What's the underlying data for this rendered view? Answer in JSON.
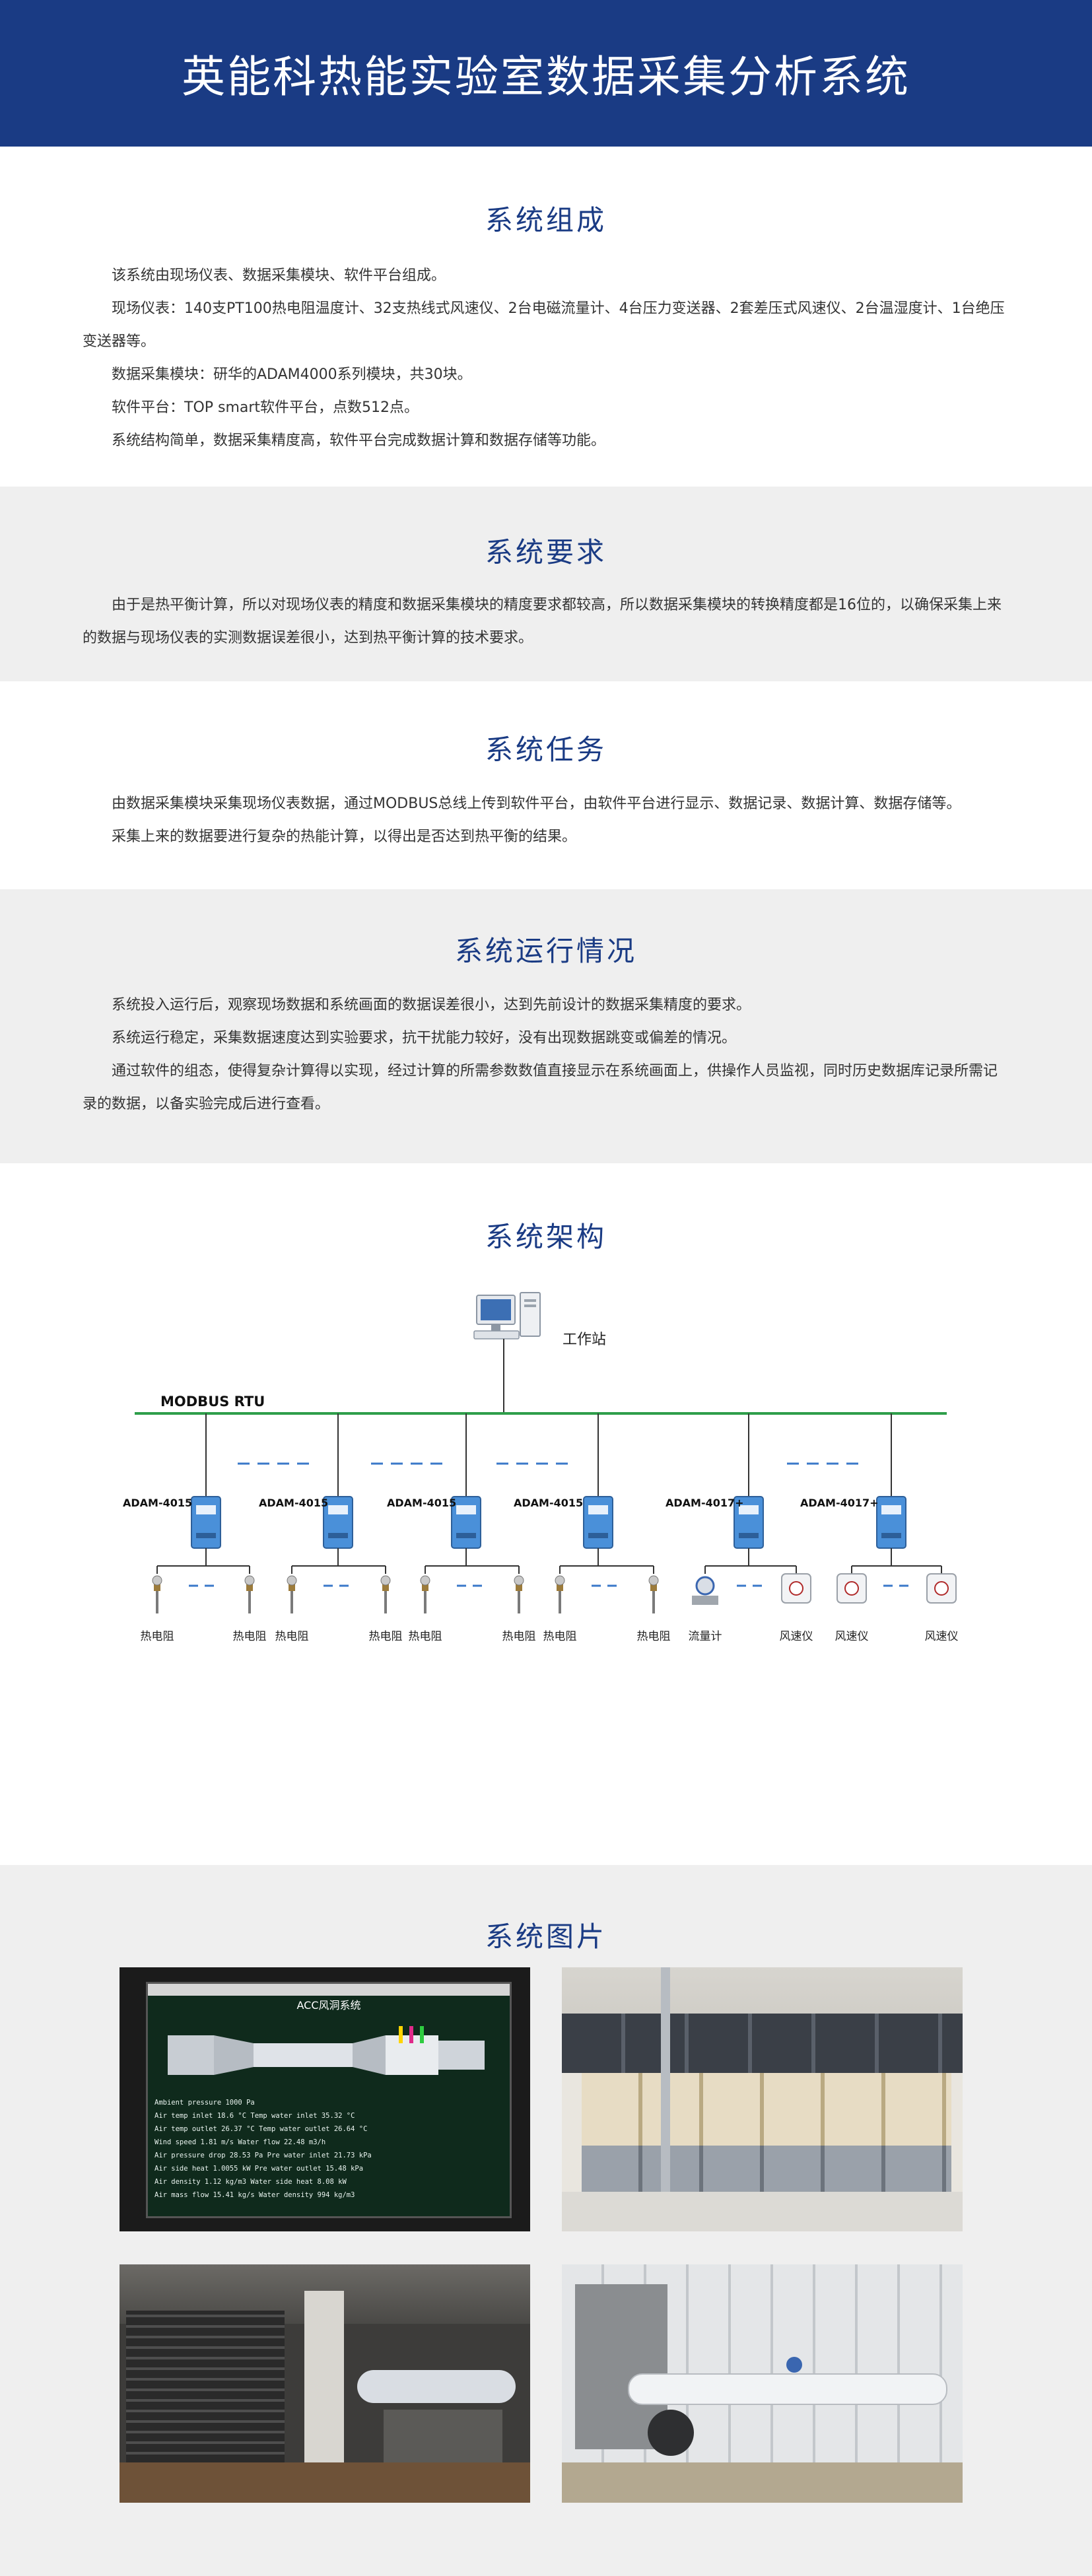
{
  "header": {
    "title": "英能科热能实验室数据采集分析系统"
  },
  "composition": {
    "title": "系统组成",
    "paragraphs": [
      "该系统由现场仪表、数据采集模块、软件平台组成。",
      "现场仪表：140支PT100热电阻温度计、32支热线式风速仪、2台电磁流量计、4台压力变送器、2套差压式风速仪、2台温湿度计、1台绝压变送器等。",
      "数据采集模块：研华的ADAM4000系列模块，共30块。",
      "软件平台：TOP smart软件平台，点数512点。",
      "系统结构简单，数据采集精度高，软件平台完成数据计算和数据存储等功能。"
    ]
  },
  "requirements": {
    "title": "系统要求",
    "paragraphs": [
      "由于是热平衡计算，所以对现场仪表的精度和数据采集模块的精度要求都较高，所以数据采集模块的转换精度都是16位的，以确保采集上来的数据与现场仪表的实测数据误差很小，达到热平衡计算的技术要求。"
    ]
  },
  "tasks": {
    "title": "系统任务",
    "paragraphs": [
      "由数据采集模块采集现场仪表数据，通过MODBUS总线上传到软件平台，由软件平台进行显示、数据记录、数据计算、数据存储等。",
      "采集上来的数据要进行复杂的热能计算，以得出是否达到热平衡的结果。"
    ]
  },
  "operation": {
    "title": "系统运行情况",
    "paragraphs": [
      "系统投入运行后，观察现场数据和系统画面的数据误差很小，达到先前设计的数据采集精度的要求。",
      "系统运行稳定，采集数据速度达到实验要求，抗干扰能力较好，没有出现数据跳变或偏差的情况。",
      "通过软件的组态，使得复杂计算得以实现，经过计算的所需参数数值直接显示在系统画面上，供操作人员监视，同时历史数据库记录所需记录的数据，以备实验完成后进行查看。"
    ]
  },
  "architecture": {
    "title": "系统架构",
    "workstation_label": "工作站",
    "bus_label": "MODBUS RTU",
    "modules": [
      "ADAM-4015",
      "ADAM-4015",
      "ADAM-4015",
      "ADAM-4015",
      "ADAM-4017+",
      "ADAM-4017+"
    ],
    "device_labels": [
      "热电阻",
      "热电阻",
      "热电阻",
      "热电阻",
      "热电阻",
      "热电阻",
      "热电阻",
      "热电阻",
      "流量计",
      "风速仪",
      "风速仪",
      "风速仪"
    ],
    "colors": {
      "bus": "#2e9e4a",
      "dash": "#3a78c9",
      "module": "#4a90d9"
    }
  },
  "pictures": {
    "title": "系统图片",
    "screen_title": "ACC风洞系统",
    "screen_rows": [
      "Ambient pressure  1000 Pa",
      "Air temp inlet  18.6 °C   Temp water inlet  35.32 °C",
      "Air temp outlet  26.37 °C  Temp water outlet  26.64 °C",
      "Wind speed  1.81 m/s   Water flow  22.48 m3/h",
      "Air pressure drop  28.53 Pa  Pre water inlet  21.73 kPa",
      "Air side heat  1.0055 kW  Pre water outlet  15.48 kPa",
      "Air density  1.12 kg/m3  Water side heat  8.08 kW",
      "Air mass flow  15.41 kg/s  Water density  994 kg/m3"
    ]
  }
}
